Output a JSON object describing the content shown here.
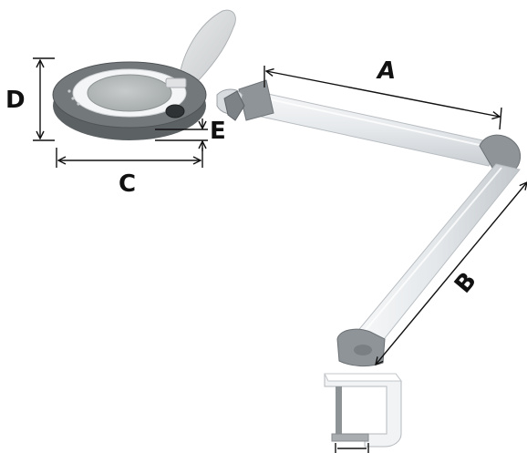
{
  "diagram": {
    "labels": {
      "a": "A",
      "b": "B",
      "c": "C",
      "d": "D",
      "e": "E"
    }
  },
  "colors": {
    "arm_light": "#eef1f3",
    "arm_mid": "#d3d8dc",
    "joint_gray": "#8d9296",
    "head_dark": "#5f6467",
    "dimension_line": "#111111"
  }
}
